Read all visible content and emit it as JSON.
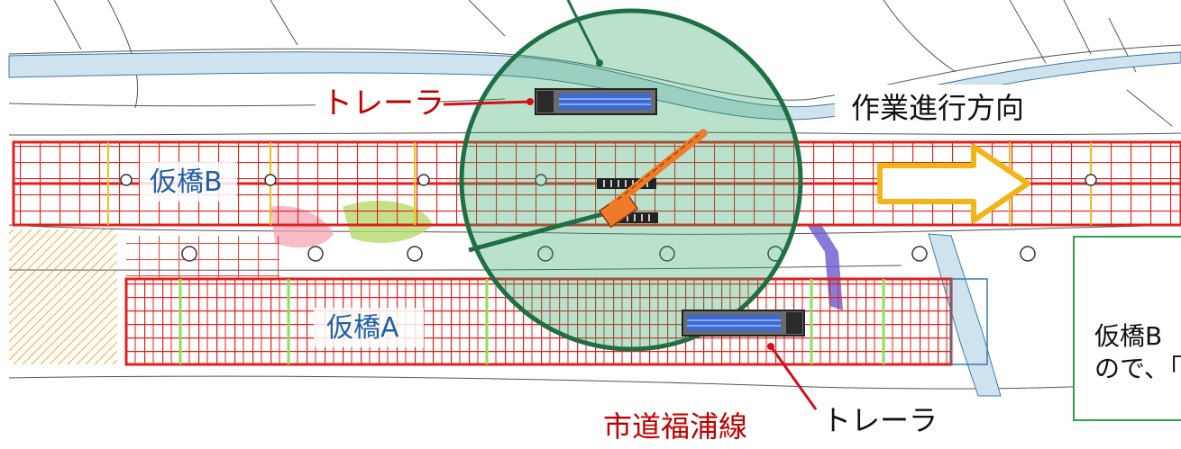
{
  "labels": {
    "trailer_top": "トレーラ",
    "direction": "作業進行方向",
    "bridge_b": "仮橋B",
    "bridge_a": "仮橋A",
    "road": "市道福浦線",
    "trailer_bottom": "トレーラ"
  },
  "note": {
    "line1": "仮橋B",
    "line2": "ので、｢"
  },
  "colors": {
    "scaffold_red": "#e0201c",
    "circle_fill": "#3aa86a",
    "circle_stroke": "#1f6f45",
    "arrow_fill": "#ffffff",
    "arrow_stroke": "#f2b417",
    "label_red": "#c00000",
    "label_blue": "#1f5fa8",
    "note_border": "#2aa34a"
  },
  "icons": {
    "trailer": "trailer-icon",
    "crane": "crane-icon",
    "arrow": "direction-arrow-icon"
  }
}
